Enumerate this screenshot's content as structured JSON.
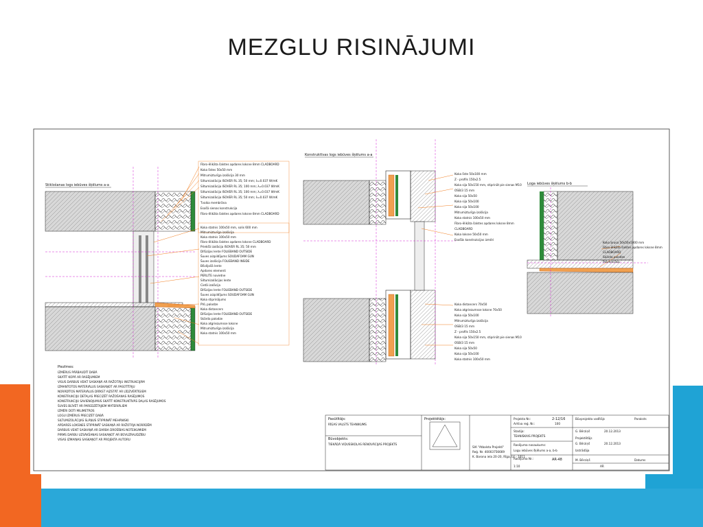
{
  "slide": {
    "title": "MEZGLU RISINĀJUMI"
  },
  "drawing": {
    "section_left_title": "Stiklošanas logs iebūves šķēlums a-a",
    "section_mid_title": "Konstruktīvas logs iebūves šķēlums a-a",
    "section_right_title": "Loga iebūves šķēlums b-b",
    "layer_labels_left": [
      "Fibro-ēlikāta šalstes apdares loksne 8mm CLADBOARD",
      "Koka līstes 50x50 mm",
      "Mitrumizturīga izolācija 30 mm",
      "Siltumizolācija ISOVER RL 35; 50 mm; λ=0.037 W/mK",
      "Siltumizolācija ISOVER RL 35; 100 mm; λ=0.037 W/mK",
      "Siltumizolācija ISOVER RL 35; 100 mm; λ=0.037 W/mK",
      "Siltumizolācija ISOVER RL 35; 50 mm; λ=0.037 W/mK",
      "Tvaika membrāna",
      "Esošā sienas konstrukcija",
      "Fibro-ēlikāta šalstes apdares loksne 8mm CLADBOARD"
    ],
    "layer_labels_left_lower": [
      "Koka statnis 100x50 mm, solis 600 mm",
      "Mitrumizturīga izolācija",
      "Koka statnis 100x50 mm",
      "Fibro-ēlikāta šalstes apdares loksne CLADBOARD",
      "Priekšā izolācija ISOVER RL 35; 50 mm",
      "Difūzijas lente FOLIEBAND OUTSIDE",
      "Šuves aizpildījums SOUDAFOAM GUN",
      "Šuves izolācija FOLIEBAND INSIDE",
      "Blīvējošā lente",
      "Apdares elementi",
      "PERLITE novietne",
      "Siltumizolācijas lente",
      "Cietā izolācija",
      "Difūzijas lente FOLIEBAND OUTSIDE",
      "Šuves aizpildījums SOUDAFOAM GUN",
      "Koka stiprinājums",
      "PVL palodze",
      "Koka distancers",
      "Difūzijas lente FOLIEBAND OUTSIDE",
      "Skārda palodze",
      "Koka atgriezumsse loksne",
      "Mitrumizturīga izolācija",
      "Koka statnis 100x50 mm"
    ],
    "layer_labels_mid": [
      "Koka līste 50x100 mm",
      "Z - profils 150x2.5",
      "Koka sija 50x150 mm, stiprināt pie sienas M10",
      "OSB/3 15 mm",
      "Koka sija 50x50",
      "Koka sija 50x100",
      "Koka sija 50x100",
      "Mitrumizturīga izolācija",
      "Koka statnis 100x50 mm",
      "Fibro-ēlikāta šalstes apdares loksne 8mm",
      "CLADBOARD",
      "Koka loksne 50x50 mm",
      "Esošās konstrukcijas izmēri"
    ],
    "layer_labels_mid_lower": [
      "Koka distancers 70x50",
      "Koka atgriezumsse loksne 70x50",
      "Koka sija 50x100",
      "Mitrumizturīga izolācija",
      "OSB/3 15 mm",
      "Z - profils 150x2.5",
      "Koka sija 50x150 mm, stiprināt pie sienas M10",
      "OSB/3 15 mm",
      "Koka sija 50x50",
      "Koka sija 50x100",
      "Koka statnis 100x50 mm"
    ],
    "layer_labels_right": [
      "Koka brusa 50x50x1000 mm",
      "Fibro-ēlikāta šalstes apdares loksne 8mm",
      "CLADBOARD",
      "Skārda palodze",
      "Pulverkrāsa"
    ],
    "notes_title": "Piezīmes:",
    "notes": [
      "IZMĒRUS PĀRBAUDĪT DABĀ",
      "SKATĪT KOPĀ AR RASĒJUMIEM",
      "VISUS DARBUS VEIKT SASKAŅĀ AR RAŽOTĀJU INSTRUKCIJĀM",
      "IZMANTOTOS MATERIĀLUS SASKAŅOT AR PASŪTĪTĀJU",
      "NORĀDĪTOS MATERIĀLUS DRĪKST AIZSTĀT AR LĪDZVĒRTĪGIEM",
      "KONSTRUKCIJU DETAĻAS PRECIZĒT RAŽOŠANAS RASĒJUMOS",
      "KONSTRUKCIJU SAVIENOJUMUS SKATĪT KONSTRUKTĪVĀS DAĻAS RASĒJUMOS",
      "ŠUVES BLĪVĒT AR PAREDZĒTAJIEM MATERIĀLIEM",
      "IZMĒRI DOTI MILIMETROS",
      "LOGU IZMĒRUS PRECIZĒT DABĀ",
      "SILTUMIZOLĀCIJAS SLĀŅUS STIPRINĀT MEHĀNISKI",
      "APDARES LOKSNES STIPRINĀT SASKAŅĀ AR RAŽOTĀJA NORĀDĒM",
      "DARBUS VEIKT SASKAŅĀ AR DARBA DROŠĪBAS NOTEIKUMIEM",
      "PIRMS DARBU UZSĀKŠANAS SASKAŅOT AR BŪVUZRAUDZĪBU",
      "VISAS IZMAIŅAS SASKAŅOT AR PROJEKTA AUTORU"
    ],
    "titleblock": {
      "client_label": "Pasūtītājs:",
      "client_value": "RĪGAS VALSTS TEHNIKUMS",
      "project_label": "Projektētājs:",
      "title_label": "Būvobjekts:",
      "title_value": "TIEKĀDĀ VIDUSSKOLAS RENOVĀCIJAS PROJEKTS",
      "designer_value": "SIA \"Atbalsta Projekti\"",
      "designer_reg": "Reģ. Nr. 40003756669",
      "designer_addr": "K. Barona iela 20-20, Rīga, LV - 1011",
      "stage_label": "Stadija:",
      "stage_value": "TEHNISKAIS PROJEKTS",
      "drawing_label": "Rasējuma nosaukums:",
      "drawing_value": "Logu iebūves šķēlums a-a, b-b",
      "sheet_no_label": "Rasējuma Nr.:",
      "sheet_no_value": "AR-48",
      "archive_label": "Arhīva reģ. Nr.:",
      "archive_value": "100",
      "project_no_label": "Projekta Nr.:",
      "project_no_value": "2-12/16",
      "scale_value": "1:10",
      "sheet_value": "AR",
      "signature_role_label": "Būvprojekta vadītājs",
      "signature_role_2": "Projektētājs",
      "signature_role_3": "Izstrādāja",
      "signature_name_1": "G. Bērziņš",
      "signature_name_2": "G. Bērziņš",
      "signature_name_3": "M. Bērziņš",
      "date_1": "20.12.2013",
      "date_2": "20.12.2013",
      "sign_label": "Paraksts",
      "date_label": "Datums"
    }
  }
}
